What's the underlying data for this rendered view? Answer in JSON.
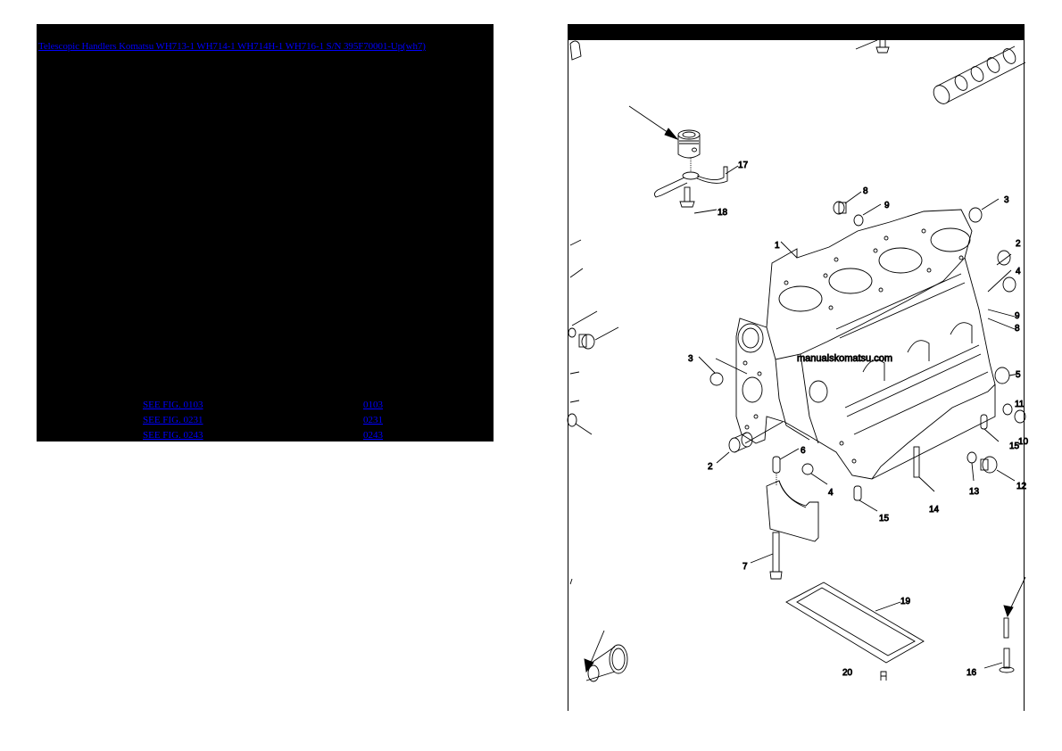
{
  "left_panel": {
    "title_link": "Telescopic Handlers Komatsu WH713-1 WH714-1 WH714H-1 WH716-1 S/N 395F70001-Up(wh7)",
    "figure_refs": [
      {
        "see_label": "SEE FIG. 0103",
        "fig_number": "0103"
      },
      {
        "see_label": "SEE FIG. 0231",
        "fig_number": "0231"
      },
      {
        "see_label": "SEE FIG. 0243",
        "fig_number": "0243"
      }
    ]
  },
  "right_panel": {
    "diagram": {
      "subject": "Engine cylinder block exploded parts diagram",
      "watermark": "manualskomatsu.com",
      "callouts": [
        "1",
        "2",
        "3",
        "4",
        "5",
        "6",
        "7",
        "8",
        "9",
        "10",
        "11",
        "12",
        "13",
        "14",
        "15",
        "16",
        "17",
        "18",
        "19",
        "20"
      ],
      "callout_color": "#0000cc"
    }
  },
  "colors": {
    "link": "#0000ff",
    "panel_bg": "#000000",
    "page_bg": "#ffffff"
  }
}
